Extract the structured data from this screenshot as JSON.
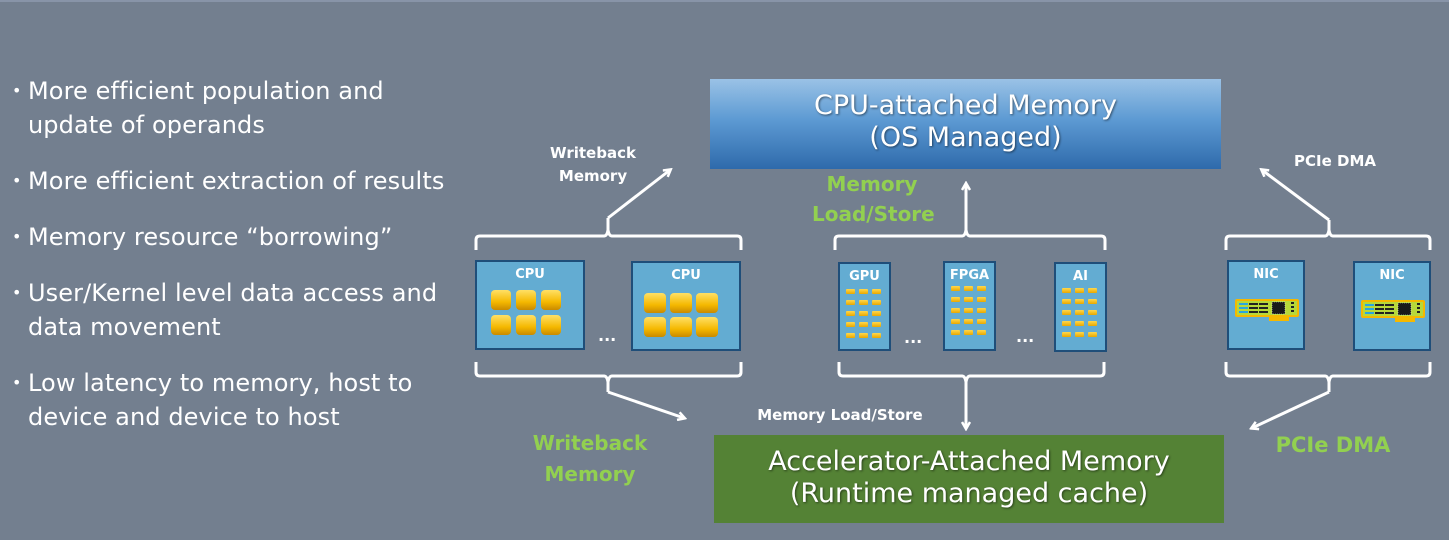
{
  "bullets": [
    "More efficient population and update of operands",
    "More efficient extraction of results",
    "Memory resource “borrowing”",
    "User/Kernel level data access and data movement",
    "Low latency to memory, host to device and device to host"
  ],
  "cpu_memory": {
    "line1": "CPU-attached Memory",
    "line2": "(OS Managed)",
    "color": "#2e6aab"
  },
  "accelerator_memory": {
    "line1": "Accelerator-Attached Memory",
    "line2": "(Runtime managed cache)",
    "color": "#548235"
  },
  "labels": {
    "writeback_top": [
      "Writeback",
      "Memory"
    ],
    "load_store_top": [
      "Memory",
      "Load/Store"
    ],
    "pcie_top": "PCIe DMA",
    "writeback_bottom": [
      "Writeback",
      "Memory"
    ],
    "load_store_bottom": "Memory Load/Store",
    "pcie_bottom": "PCIe DMA"
  },
  "groups": {
    "cpu": {
      "devices": [
        "CPU",
        "CPU"
      ],
      "ellipsis": "..."
    },
    "accelerators": {
      "devices": [
        "GPU",
        "FPGA",
        "AI"
      ],
      "ellipsis": [
        "...",
        "..."
      ]
    },
    "nic": {
      "devices": [
        "NIC",
        "NIC"
      ]
    }
  },
  "colors": {
    "background": "#737f8f",
    "label_green": "#92d050",
    "device_fill": "#63acd2",
    "device_border": "#1f4e79",
    "core": "#f5b800"
  }
}
